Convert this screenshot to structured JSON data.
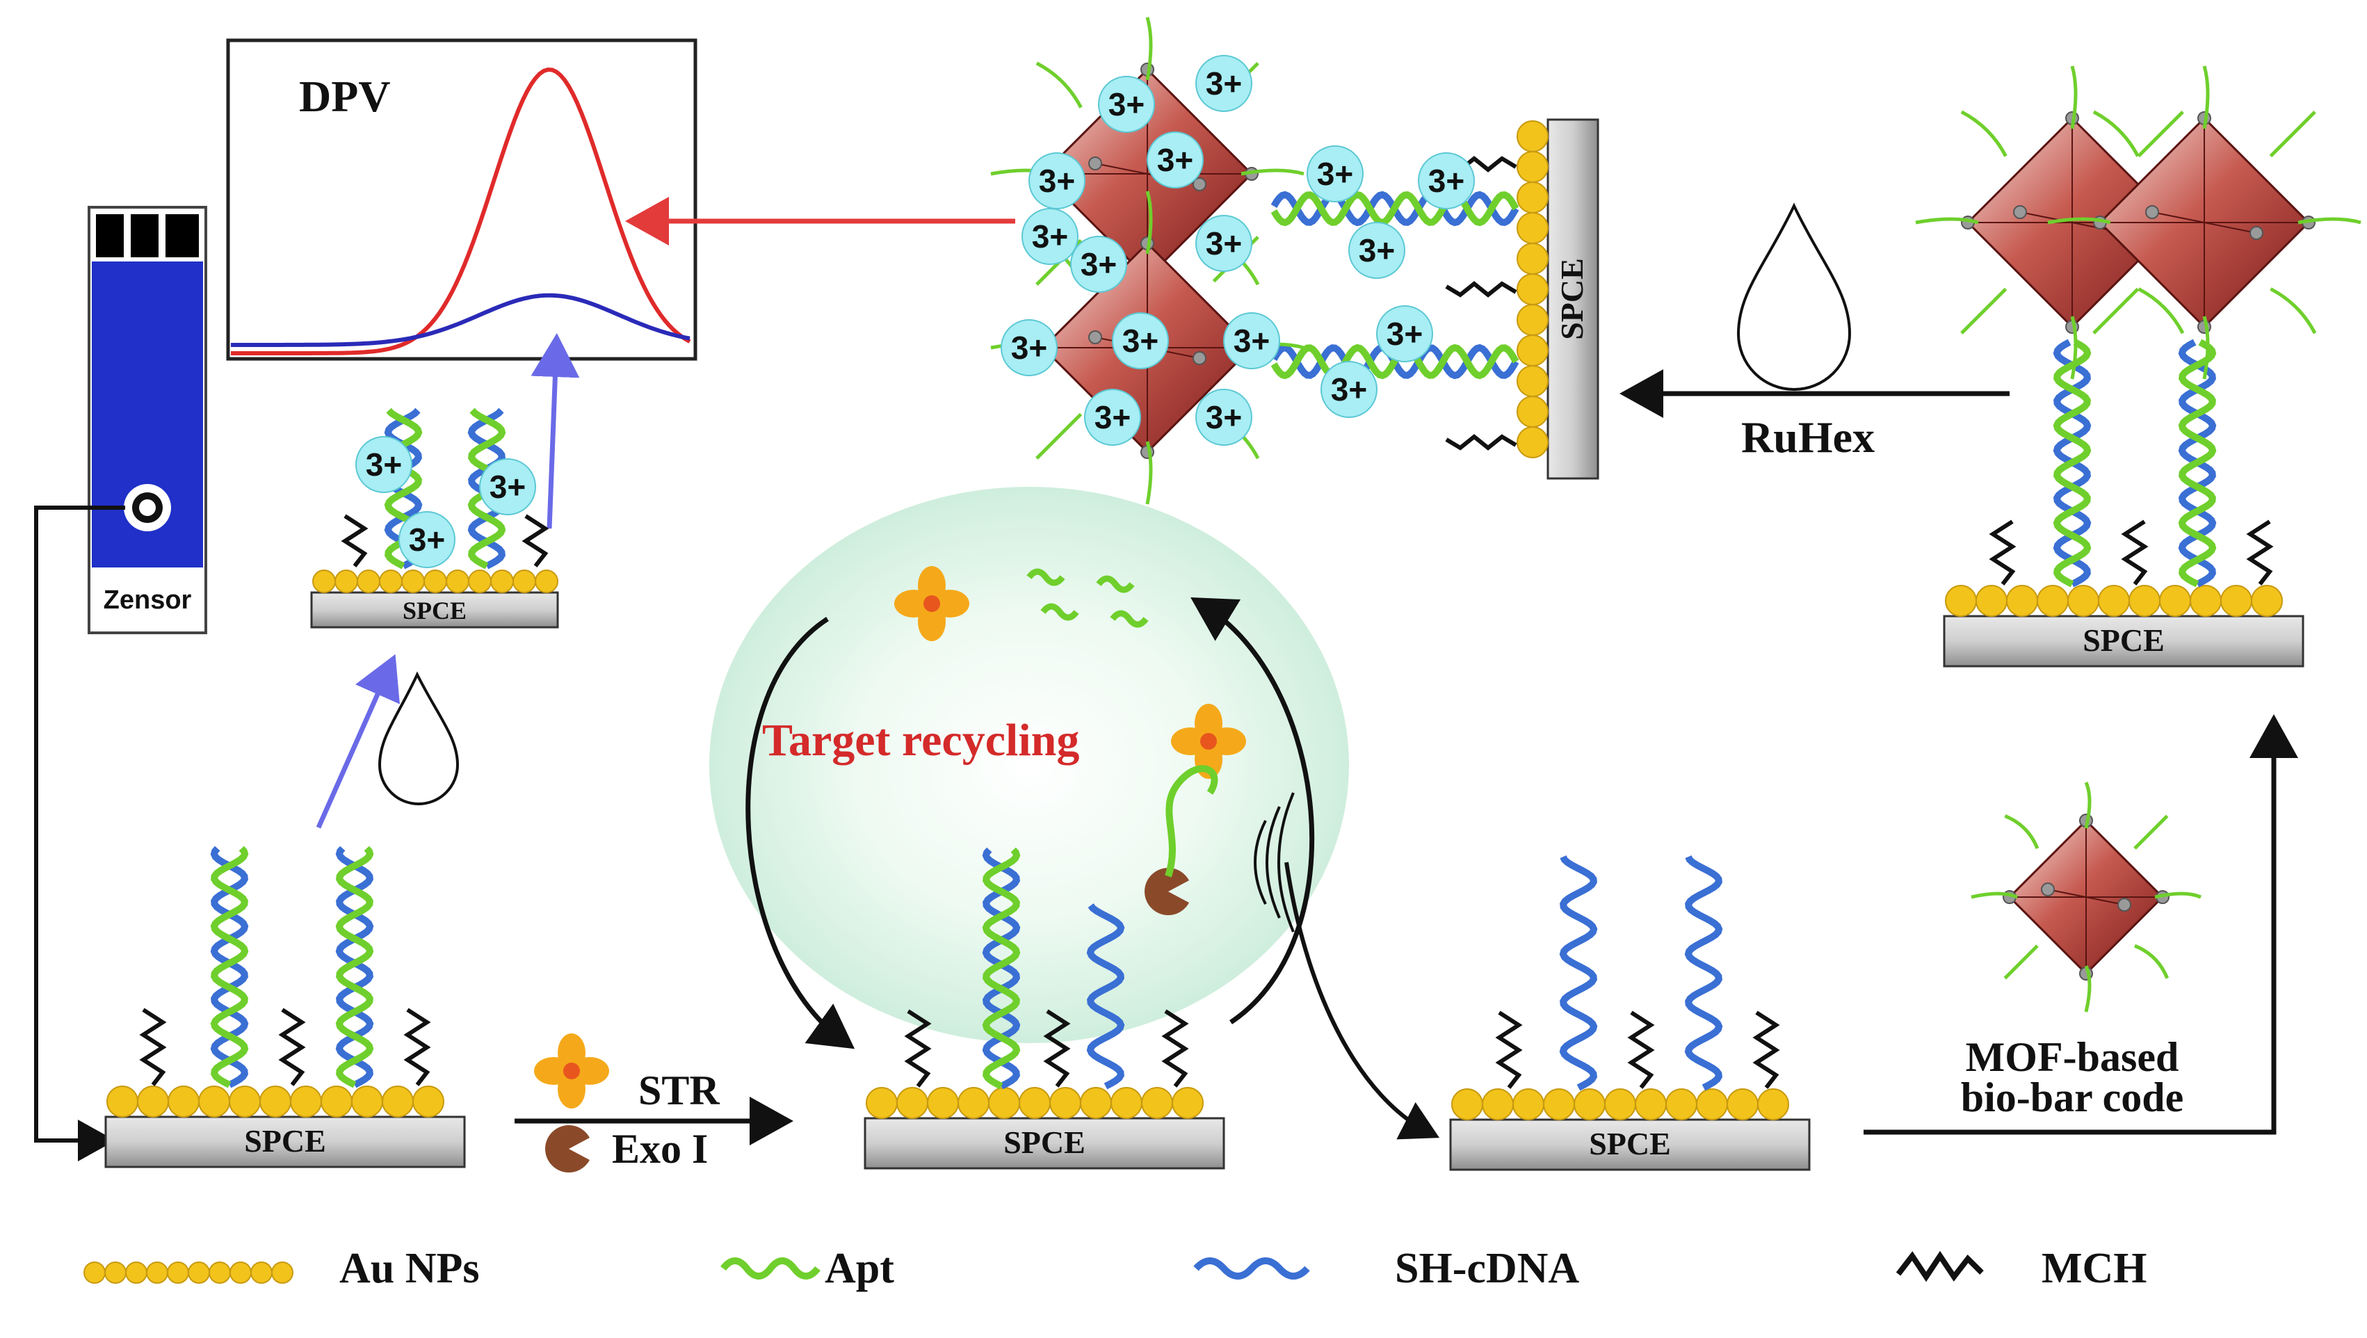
{
  "labels": {
    "dpv": "DPV",
    "spce": "SPCE",
    "ruhex": "RuHex",
    "target_recycling": "Target recycling",
    "str": "STR",
    "exo": "Exo I",
    "mof_line1": "MOF-based",
    "mof_line2": "bio-bar code",
    "zensor": "Zensor",
    "ion": "3+"
  },
  "legend": {
    "au": "Au NPs",
    "apt": "Apt",
    "cdna": "SH-cDNA",
    "mch": "MCH"
  },
  "colors": {
    "apt_green": "#6fcf2c",
    "cdna_blue": "#3a6fd4",
    "gold": "#f2c31b",
    "ion_fill": "#a8eef4",
    "mof": "#a8322e",
    "red_arrow": "#e33a3a",
    "blue_arrow": "#6a6ae8",
    "dpv_red": "#e02a2a",
    "dpv_blue": "#2a2ab8",
    "sensor_blue": "#2030c8",
    "recycle_glow": "#dff6ea"
  },
  "chart_data": {
    "type": "line",
    "title": "DPV",
    "series": [
      {
        "color": "red",
        "peak": 1.0
      },
      {
        "color": "blue",
        "peak": 0.18
      }
    ]
  }
}
